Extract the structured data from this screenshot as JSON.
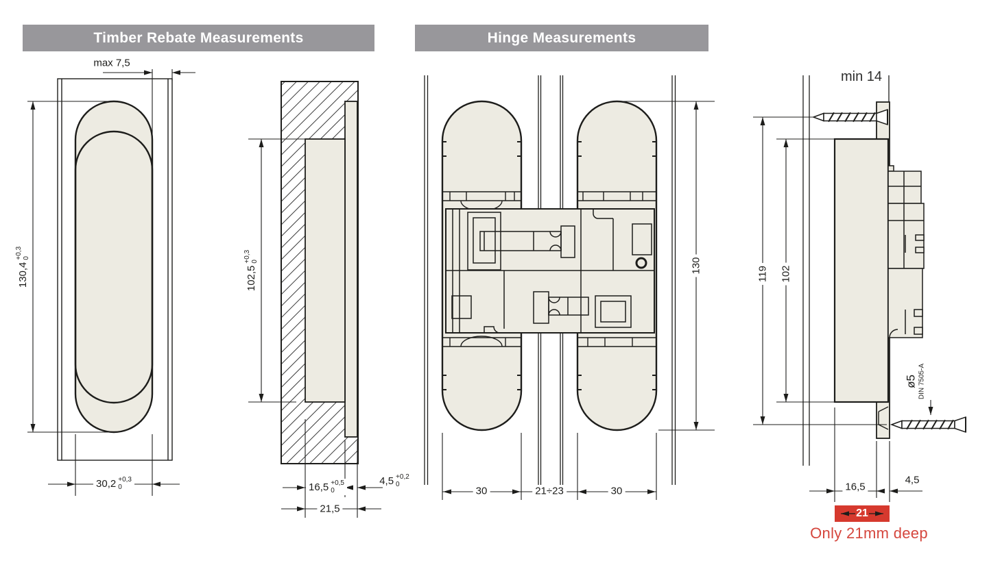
{
  "header_left": {
    "title": "Timber Rebate Measurements"
  },
  "header_right": {
    "title": "Hinge Measurements"
  },
  "colors": {
    "header_bar": "#98979b",
    "drawing_fill": "#edebe2",
    "line": "#1d1d1b",
    "highlight_red": "#d6392e",
    "note_red": "#d5463d"
  },
  "rebate_front": {
    "max_edge": "max 7,5",
    "height": {
      "value": "130,4",
      "tol_plus": "+0,3",
      "tol_minus": "0"
    },
    "width": {
      "value": "30,2",
      "tol_plus": "+0,3",
      "tol_minus": "0"
    }
  },
  "rebate_side": {
    "pocket_height": {
      "value": "102,5",
      "tol_plus": "+0,3",
      "tol_minus": "0"
    },
    "pocket_depth": {
      "value": "16,5",
      "tol_plus": "+0,5",
      "tol_minus": "0"
    },
    "flange_depth": {
      "value": "4,5",
      "tol_plus": "+0,2",
      "tol_minus": "0"
    },
    "total_depth": "21,5"
  },
  "hinge_front": {
    "length": "130",
    "left_leaf_width": "30",
    "leaf_gap": "21÷23",
    "right_leaf_width": "30"
  },
  "hinge_side": {
    "min_frame_depth": "min 14",
    "total_height": "119",
    "body_height": "102",
    "screw_diameter": "ø5",
    "screw_standard": "DIN 7505-A",
    "body_depth": "16,5",
    "flange_depth": "4,5",
    "install_depth": "21",
    "note": "Only 21mm deep"
  }
}
